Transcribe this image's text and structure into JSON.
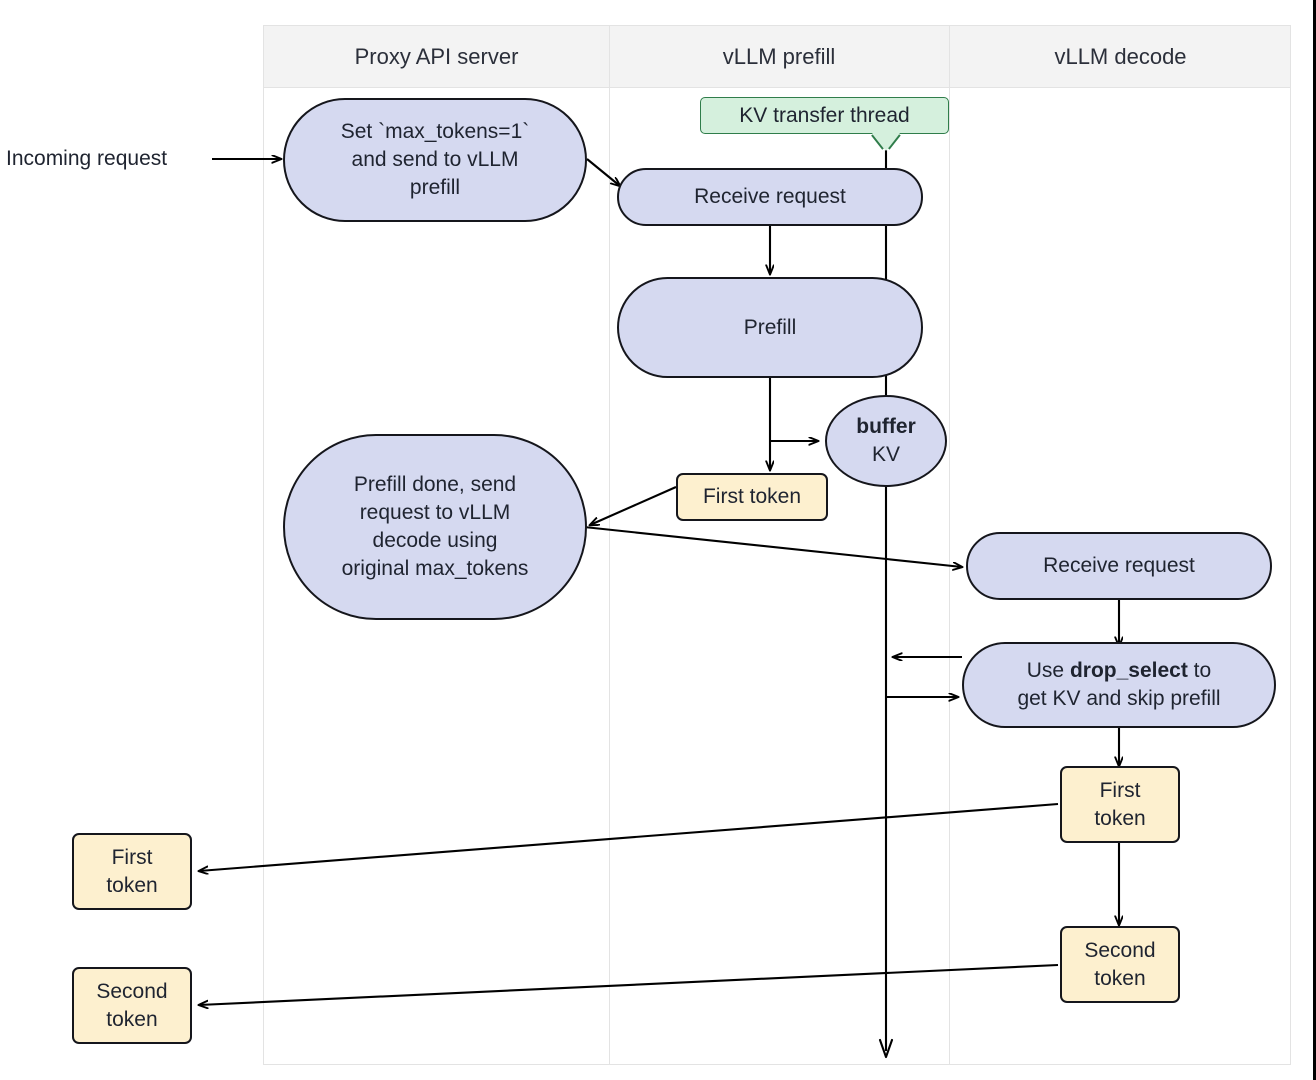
{
  "diagram": {
    "title": "vLLM disaggregated prefill / decode request flow",
    "type": "swimlane-flowchart",
    "colors": {
      "process_fill": "#d5d9f0",
      "process_stroke": "#15161c",
      "token_fill": "#fdf0cf",
      "token_stroke": "#15161c",
      "note_fill": "#d5f0dd",
      "note_stroke": "#2f7d4a",
      "lane_header_fill": "#f3f3f3",
      "lane_border": "#e3e3e3",
      "edge_stroke": "#000000",
      "page_background": "#ffffff"
    },
    "lanes": [
      {
        "id": "proxy",
        "label": "Proxy API server"
      },
      {
        "id": "prefill",
        "label": "vLLM prefill"
      },
      {
        "id": "decode",
        "label": "vLLM decode"
      }
    ],
    "external_label": "Incoming request",
    "nodes": [
      {
        "id": "set-max-tokens",
        "lane": "proxy",
        "shape": "stadium",
        "lines": [
          "Set `max_tokens=1`",
          "and send to vLLM",
          "prefill"
        ]
      },
      {
        "id": "kv-transfer-thread",
        "lane": "prefill",
        "shape": "note",
        "lines": [
          "KV transfer thread"
        ]
      },
      {
        "id": "prefill-receive-request",
        "lane": "prefill",
        "shape": "stadium",
        "lines": [
          "Receive request"
        ]
      },
      {
        "id": "prefill",
        "lane": "prefill",
        "shape": "stadium",
        "lines": [
          "Prefill"
        ]
      },
      {
        "id": "buffer-kv",
        "lane": "prefill",
        "shape": "ellipse",
        "lines": [
          "buffer",
          "KV"
        ],
        "bold_lines": [
          0
        ]
      },
      {
        "id": "prefill-first-token",
        "lane": "prefill",
        "shape": "rect",
        "lines": [
          "First token"
        ]
      },
      {
        "id": "prefill-done",
        "lane": "proxy",
        "shape": "stadium",
        "lines": [
          "Prefill done, send",
          "request to vLLM",
          "decode using",
          "original max_tokens"
        ]
      },
      {
        "id": "decode-receive-request",
        "lane": "decode",
        "shape": "stadium",
        "lines": [
          "Receive request"
        ]
      },
      {
        "id": "drop-select",
        "lane": "decode",
        "shape": "stadium",
        "lines": [
          "Use drop_select to",
          "get KV and skip prefill"
        ],
        "bold_spans": [
          "drop_select"
        ]
      },
      {
        "id": "decode-first-token",
        "lane": "decode",
        "shape": "rect",
        "lines": [
          "First",
          "token"
        ]
      },
      {
        "id": "decode-second-token",
        "lane": "decode",
        "shape": "rect",
        "lines": [
          "Second",
          "token"
        ]
      },
      {
        "id": "proxy-first-token",
        "lane": "proxy-out",
        "shape": "rect",
        "lines": [
          "First",
          "token"
        ]
      },
      {
        "id": "proxy-second-token",
        "lane": "proxy-out",
        "shape": "rect",
        "lines": [
          "Second",
          "token"
        ]
      }
    ],
    "edges": [
      {
        "from": "incoming-request",
        "to": "set-max-tokens",
        "label": ""
      },
      {
        "from": "set-max-tokens",
        "to": "prefill-receive-request",
        "label": ""
      },
      {
        "from": "prefill-receive-request",
        "to": "prefill",
        "label": ""
      },
      {
        "from": "prefill",
        "to": "prefill-first-token",
        "label": ""
      },
      {
        "from": "prefill",
        "to": "buffer-kv",
        "label": ""
      },
      {
        "from": "prefill-first-token",
        "to": "prefill-done",
        "label": ""
      },
      {
        "from": "prefill-done",
        "to": "decode-receive-request",
        "label": ""
      },
      {
        "from": "decode-receive-request",
        "to": "drop-select",
        "label": ""
      },
      {
        "from": "drop-select",
        "to": "kv-lifeline",
        "label": ""
      },
      {
        "from": "kv-lifeline",
        "to": "drop-select",
        "label": ""
      },
      {
        "from": "drop-select",
        "to": "decode-first-token",
        "label": ""
      },
      {
        "from": "decode-first-token",
        "to": "decode-second-token",
        "label": ""
      },
      {
        "from": "decode-first-token",
        "to": "proxy-first-token",
        "label": ""
      },
      {
        "from": "decode-second-token",
        "to": "proxy-second-token",
        "label": ""
      }
    ]
  },
  "text": {
    "lane_proxy": "Proxy API server",
    "lane_prefill": "vLLM prefill",
    "lane_decode": "vLLM decode",
    "incoming_request": "Incoming request",
    "set_l1": "Set `max_tokens=1`",
    "set_l2": "and send to vLLM",
    "set_l3": "prefill",
    "kv_transfer_thread": "KV transfer thread",
    "receive_request_prefill": "Receive request",
    "prefill": "Prefill",
    "buffer": "buffer",
    "kv": "KV",
    "first_token": "First token",
    "done_l1": "Prefill done, send",
    "done_l2": "request to vLLM",
    "done_l3": "decode using",
    "done_l4": "original max_tokens",
    "receive_request_decode": "Receive request",
    "drop_l1_pre": "Use ",
    "drop_l1_bold": "drop_select",
    "drop_l1_post": " to",
    "drop_l2": "get KV and skip prefill",
    "first": "First",
    "token": "token",
    "second": "Second"
  }
}
